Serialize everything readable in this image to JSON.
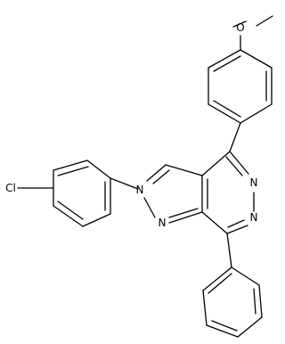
{
  "molecule": {
    "atom_labels": {
      "methoxy_oxygen": "O",
      "chlorine": "Cl",
      "pyrazole_n2": "N",
      "pyrazole_n1": "N",
      "pyridazine_n5": "N",
      "pyridazine_n6": "N"
    },
    "colors": {
      "bond": "#000000",
      "background": "#ffffff"
    }
  }
}
